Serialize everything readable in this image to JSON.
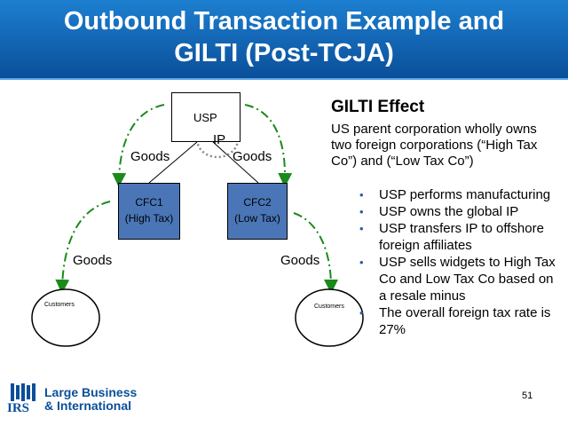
{
  "slide": {
    "title_line1": "Outbound Transaction Example and",
    "title_line2": "GILTI (Post-TCJA)",
    "page_number": "51"
  },
  "diagram": {
    "usp": "USP",
    "ip": "IP",
    "cfc1_line1": "CFC1",
    "cfc1_line2": "(High Tax)",
    "cfc2_line1": "CFC2",
    "cfc2_line2": "(Low Tax)",
    "goods_left_top": "Goods",
    "goods_right_top": "Goods",
    "goods_left_bottom": "Goods",
    "goods_right_bottom": "Goods",
    "customers_left": "Customers",
    "customers_right": "Customers",
    "arrow_color": "#1a8a1a"
  },
  "effect": {
    "heading": "GILTI Effect",
    "intro": "US parent corporation wholly owns two foreign corporations (“High Tax Co”) and (“Low Tax Co”)",
    "bullets": [
      "USP performs manufacturing",
      "USP owns the global IP",
      "USP transfers IP to offshore foreign affiliates",
      "USP  sells widgets to High Tax Co and Low Tax Co based on a resale minus",
      "The overall foreign tax rate is 27%"
    ]
  },
  "logo": {
    "line1": "Large Business",
    "line2": "& International",
    "agency": "IRS",
    "color": "#0a4f9a"
  }
}
